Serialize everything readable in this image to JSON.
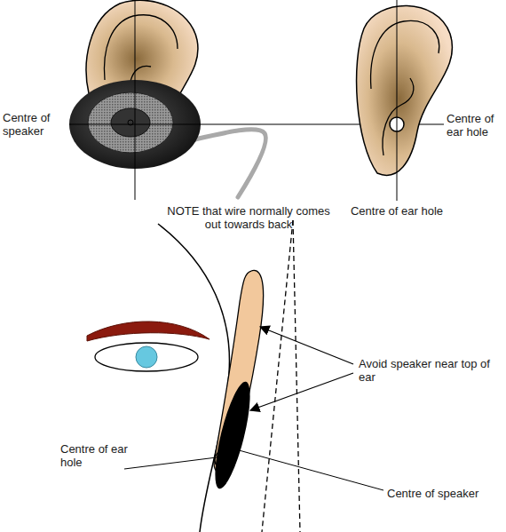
{
  "diagram": {
    "labels": [
      "Centre of speaker",
      "Centre of ear hole",
      "NOTE that wire normally comes out towards back",
      "Centre of ear hole",
      "Avoid speaker near top of ear",
      "Centre of ear hole",
      "Centre of speaker"
    ]
  }
}
